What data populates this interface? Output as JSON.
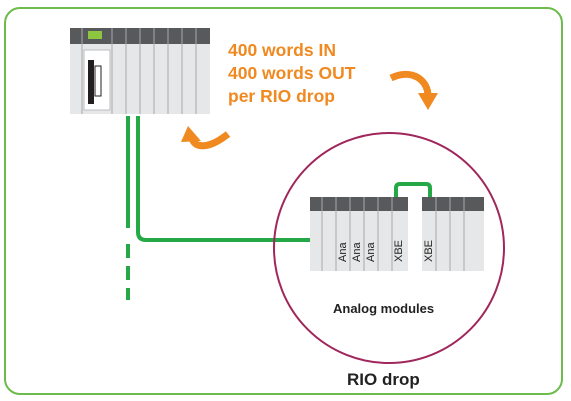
{
  "colors": {
    "border": "#6dbb4a",
    "cable": "#25a846",
    "circle": "#a0275b",
    "orange": "#f0891f",
    "rack_dark": "#58595b",
    "rack_light": "#e6e7e8"
  },
  "info": {
    "line1": "400 words IN",
    "line2": "400 words OUT",
    "line3": "per RIO drop"
  },
  "drop": {
    "modules": [
      "Ana",
      "Ana",
      "Ana",
      "XBE"
    ],
    "ext_module": "XBE",
    "analog_label": "Analog modules",
    "rio_label": "RIO drop"
  },
  "icons": [
    "cpu-rack-icon",
    "curved-arrow-icon",
    "rio-rack-icon"
  ]
}
